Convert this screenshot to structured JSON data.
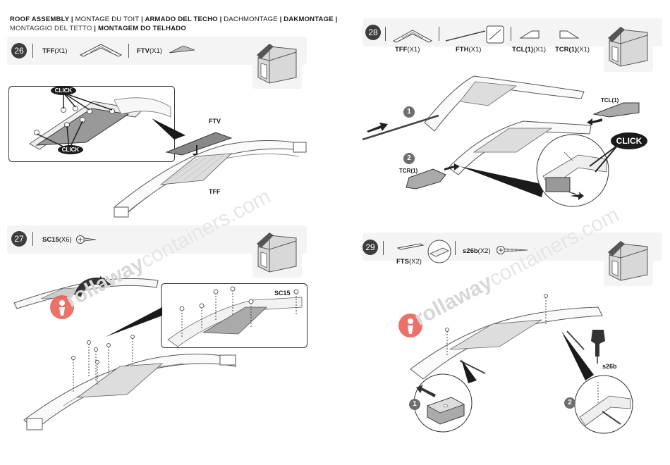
{
  "header": {
    "segments": [
      {
        "text": "ROOF ASSEMBLY",
        "bold": true
      },
      {
        "text": " | ",
        "bold": true
      },
      {
        "text": "MONTAGE DU TOIT",
        "bold": false
      },
      {
        "text": " | ",
        "bold": true
      },
      {
        "text": "ARMADO DEL TECHO",
        "bold": true
      },
      {
        "text": " | ",
        "bold": true
      },
      {
        "text": "DACHMONTAGE",
        "bold": false
      },
      {
        "text": " | ",
        "bold": true
      },
      {
        "text": "DAKMONTAGE",
        "bold": true
      },
      {
        "text": " |",
        "bold": true
      }
    ],
    "line2_light": "MONTAGGIO DEL TETTO",
    "line2_sep": " | ",
    "line2_bold": "MONTAGEM DO TELHADO"
  },
  "steps": {
    "s26": {
      "number": "26",
      "parts": [
        {
          "code": "TFF",
          "qty": "(X1)"
        },
        {
          "code": "FTV",
          "qty": "(X1)"
        }
      ],
      "click_label": "CLICK",
      "callout_ftv": "FTV",
      "callout_tff": "TFF"
    },
    "s27": {
      "number": "27",
      "parts": [
        {
          "code": "SC15",
          "qty": "(X6)"
        }
      ],
      "callout_sc15": "SC15"
    },
    "s28": {
      "number": "28",
      "parts": [
        {
          "code": "TFF",
          "qty": "(X1)"
        },
        {
          "code": "FTH",
          "qty": "(X1)"
        },
        {
          "code": "TCL(1)",
          "qty": "(X1)"
        },
        {
          "code": "TCR(1)",
          "qty": "(X1)"
        }
      ],
      "callout_tcl": "TCL(1)",
      "callout_tcr": "TCR(1)",
      "click_label": "CLICK",
      "badge1": "1",
      "badge2": "2"
    },
    "s29": {
      "number": "29",
      "parts": [
        {
          "code": "FTS",
          "qty": "(X2)"
        },
        {
          "code": "s26b",
          "qty": "(X2)"
        }
      ],
      "callout_s26b": "s26b",
      "badge1": "1",
      "badge2": "2"
    }
  },
  "watermark": {
    "brand_bold": "rollaway",
    "brand_light": "containers.com"
  },
  "colors": {
    "step_circle": "#3d3d3d",
    "panel_bg": "#f4f4f4",
    "click_badge": "#1a1a1a",
    "logo_red": "#e8584f",
    "line": "#333333"
  }
}
